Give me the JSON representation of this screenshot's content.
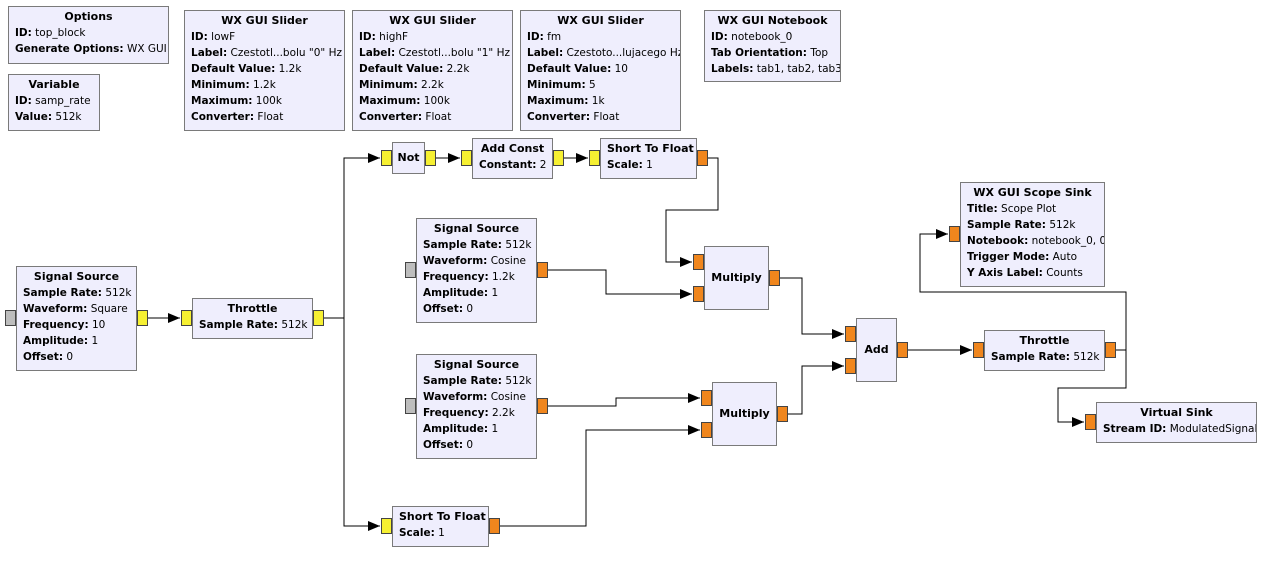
{
  "blocks": {
    "options": {
      "title": "Options",
      "params": [
        [
          "ID:",
          "top_block"
        ],
        [
          "Generate Options:",
          "WX GUI"
        ]
      ]
    },
    "variable": {
      "title": "Variable",
      "params": [
        [
          "ID:",
          "samp_rate"
        ],
        [
          "Value:",
          "512k"
        ]
      ]
    },
    "slider_low": {
      "title": "WX GUI Slider",
      "params": [
        [
          "ID:",
          "lowF"
        ],
        [
          "Label:",
          "Czestotl...bolu \"0\" Hz"
        ],
        [
          "Default Value:",
          "1.2k"
        ],
        [
          "Minimum:",
          "1.2k"
        ],
        [
          "Maximum:",
          "100k"
        ],
        [
          "Converter:",
          "Float"
        ]
      ]
    },
    "slider_high": {
      "title": "WX GUI Slider",
      "params": [
        [
          "ID:",
          "highF"
        ],
        [
          "Label:",
          "Czestotl...bolu \"1\" Hz"
        ],
        [
          "Default Value:",
          "2.2k"
        ],
        [
          "Minimum:",
          "2.2k"
        ],
        [
          "Maximum:",
          "100k"
        ],
        [
          "Converter:",
          "Float"
        ]
      ]
    },
    "slider_fm": {
      "title": "WX GUI Slider",
      "params": [
        [
          "ID:",
          "fm"
        ],
        [
          "Label:",
          "Czestoto...lujacego Hz"
        ],
        [
          "Default Value:",
          "10"
        ],
        [
          "Minimum:",
          "5"
        ],
        [
          "Maximum:",
          "1k"
        ],
        [
          "Converter:",
          "Float"
        ]
      ]
    },
    "notebook": {
      "title": "WX GUI Notebook",
      "params": [
        [
          "ID:",
          "notebook_0"
        ],
        [
          "Tab Orientation:",
          "Top"
        ],
        [
          "Labels:",
          "tab1, tab2, tab3"
        ]
      ]
    },
    "not": {
      "title": "Not",
      "params": []
    },
    "add_const": {
      "title": "Add Const",
      "params": [
        [
          "Constant:",
          "2"
        ]
      ]
    },
    "short_to_float_top": {
      "title": "Short To Float",
      "params": [
        [
          "Scale:",
          "1"
        ]
      ]
    },
    "signal_square": {
      "title": "Signal Source",
      "params": [
        [
          "Sample Rate:",
          "512k"
        ],
        [
          "Waveform:",
          "Square"
        ],
        [
          "Frequency:",
          "10"
        ],
        [
          "Amplitude:",
          "1"
        ],
        [
          "Offset:",
          "0"
        ]
      ]
    },
    "throttle1": {
      "title": "Throttle",
      "params": [
        [
          "Sample Rate:",
          "512k"
        ]
      ]
    },
    "signal_cos1": {
      "title": "Signal Source",
      "params": [
        [
          "Sample Rate:",
          "512k"
        ],
        [
          "Waveform:",
          "Cosine"
        ],
        [
          "Frequency:",
          "1.2k"
        ],
        [
          "Amplitude:",
          "1"
        ],
        [
          "Offset:",
          "0"
        ]
      ]
    },
    "multiply1": {
      "title": "Multiply",
      "params": []
    },
    "signal_cos2": {
      "title": "Signal Source",
      "params": [
        [
          "Sample Rate:",
          "512k"
        ],
        [
          "Waveform:",
          "Cosine"
        ],
        [
          "Frequency:",
          "2.2k"
        ],
        [
          "Amplitude:",
          "1"
        ],
        [
          "Offset:",
          "0"
        ]
      ]
    },
    "multiply2": {
      "title": "Multiply",
      "params": []
    },
    "add": {
      "title": "Add",
      "params": []
    },
    "throttle2": {
      "title": "Throttle",
      "params": [
        [
          "Sample Rate:",
          "512k"
        ]
      ]
    },
    "scope": {
      "title": "WX GUI Scope Sink",
      "params": [
        [
          "Title:",
          "Scope Plot"
        ],
        [
          "Sample Rate:",
          "512k"
        ],
        [
          "Notebook:",
          "notebook_0, 0"
        ],
        [
          "Trigger Mode:",
          "Auto"
        ],
        [
          "Y Axis Label:",
          "Counts"
        ]
      ]
    },
    "virtual_sink": {
      "title": "Virtual Sink",
      "params": [
        [
          "Stream ID:",
          "ModulatedSignal"
        ]
      ]
    },
    "short_to_float_bot": {
      "title": "Short To Float",
      "params": [
        [
          "Scale:",
          "1"
        ]
      ]
    }
  },
  "colors": {
    "block_bg": "#efeefd",
    "port_float": "#f0861d",
    "port_byte": "#f6f032",
    "port_msg": "#bdbdbd",
    "wire": "#000000"
  }
}
